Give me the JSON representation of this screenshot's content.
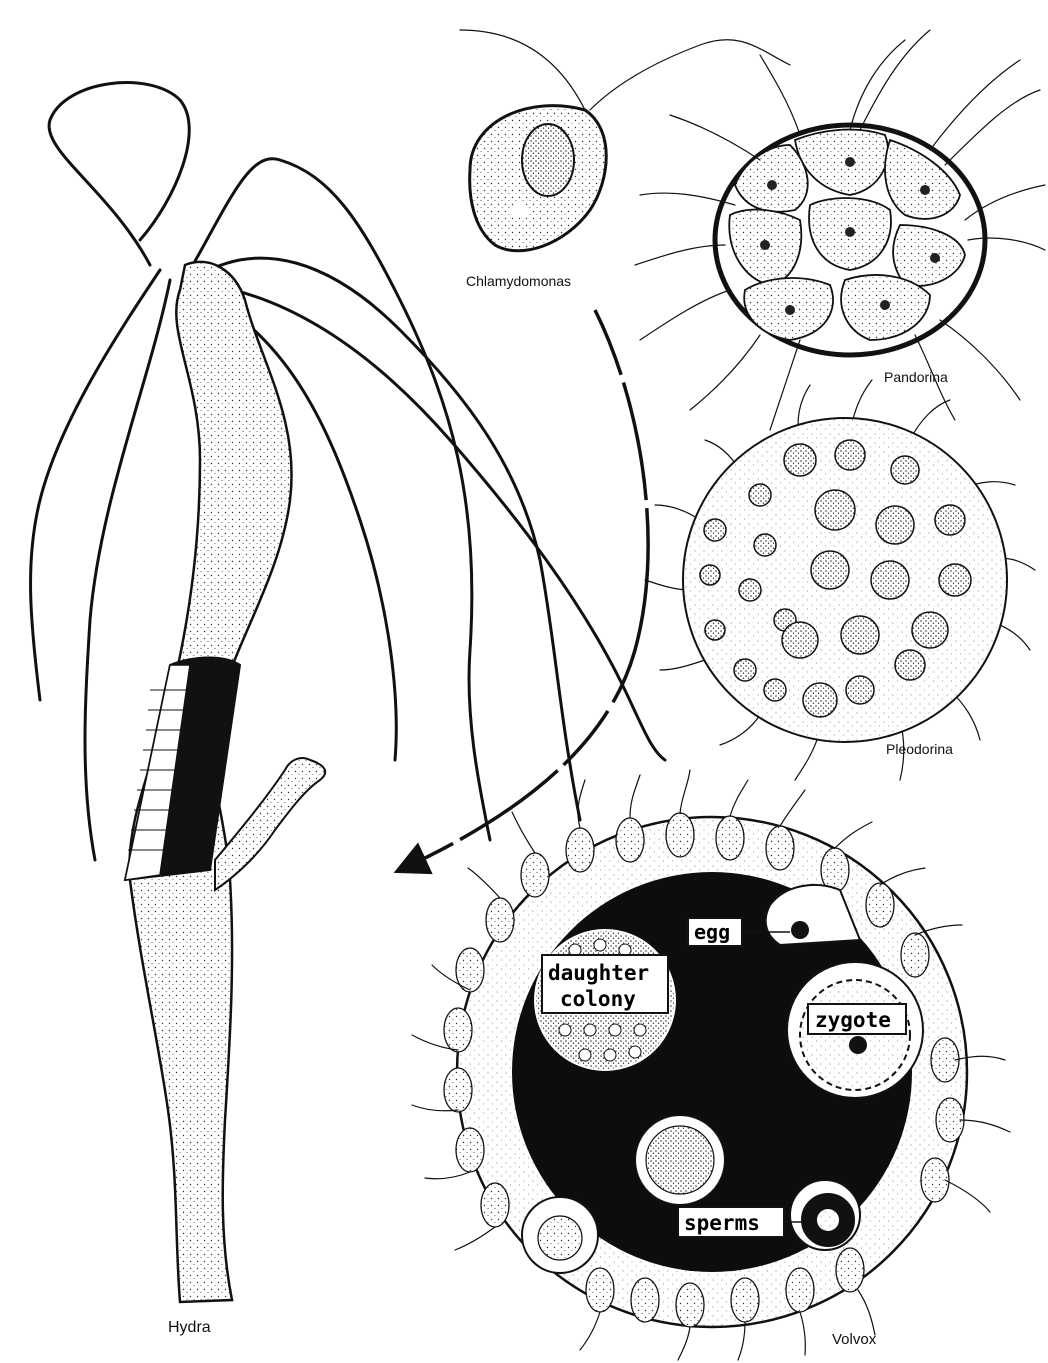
{
  "labels": {
    "chlamydomonas": "Chlamydomonas",
    "pandorina": "Pandorina",
    "pleodorina": "Pleodorina",
    "volvox": "Volvox",
    "hydra": "Hydra"
  },
  "volvox_parts": {
    "egg": "egg",
    "daughter_colony_line1": "daughter",
    "daughter_colony_line2": "colony",
    "zygote": "zygote",
    "sperms": "sperms"
  }
}
